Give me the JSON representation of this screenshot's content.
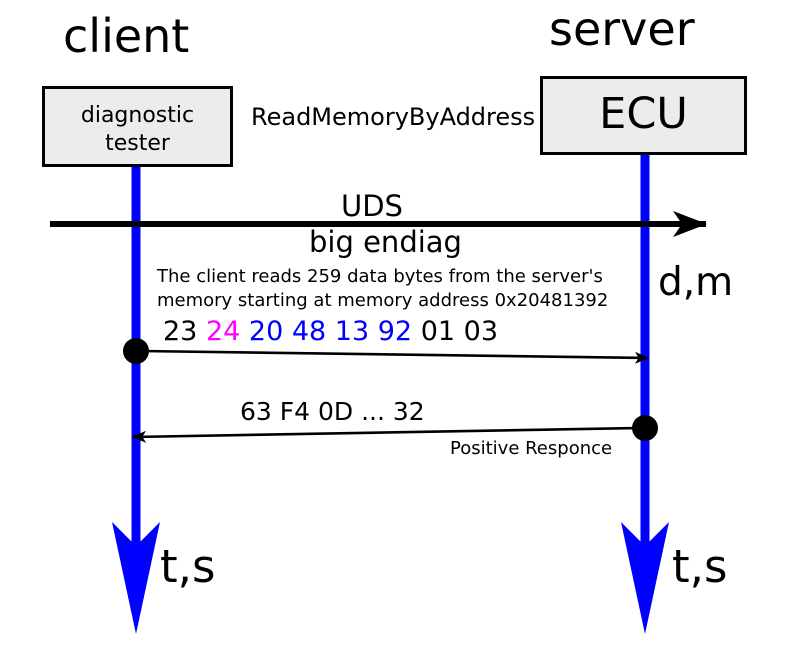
{
  "diagram": {
    "kind": "uml-sequence-diagram",
    "colors": {
      "background": "#ffffff",
      "lifeline": "#0000ff",
      "box_fill": "#ececec",
      "box_stroke": "#000000",
      "text": "#000000",
      "highlight_magenta": "#ff00ff",
      "highlight_blue": "#0000ff"
    }
  },
  "client": {
    "title": "client",
    "box_label": "diagnostic\ntester",
    "units_label": "t,s"
  },
  "server": {
    "title": "server",
    "box_label": "ECU",
    "units_label": "t,s"
  },
  "service": {
    "name": "ReadMemoryByAddress"
  },
  "axis": {
    "top_label": "UDS",
    "bottom_label": "big endiag",
    "units_label": "d,m"
  },
  "description": {
    "text": "The client reads 259 data bytes from the server's memory starting at memory address 0x20481392"
  },
  "request": {
    "direction": "client-to-server",
    "bytes": [
      {
        "value": "23",
        "color": "#000000",
        "role": "service-id"
      },
      {
        "value": "24",
        "color": "#ff00ff",
        "role": "address-and-length-format-identifier"
      },
      {
        "value": "20",
        "color": "#0000ff",
        "role": "memory-address-byte"
      },
      {
        "value": "48",
        "color": "#0000ff",
        "role": "memory-address-byte"
      },
      {
        "value": "13",
        "color": "#0000ff",
        "role": "memory-address-byte"
      },
      {
        "value": "92",
        "color": "#0000ff",
        "role": "memory-address-byte"
      },
      {
        "value": "01",
        "color": "#000000",
        "role": "memory-size-byte"
      },
      {
        "value": "03",
        "color": "#000000",
        "role": "memory-size-byte"
      }
    ]
  },
  "response": {
    "direction": "server-to-client",
    "bytes_label": "63 F4 0D ... 32",
    "note": "Positive Responce"
  }
}
